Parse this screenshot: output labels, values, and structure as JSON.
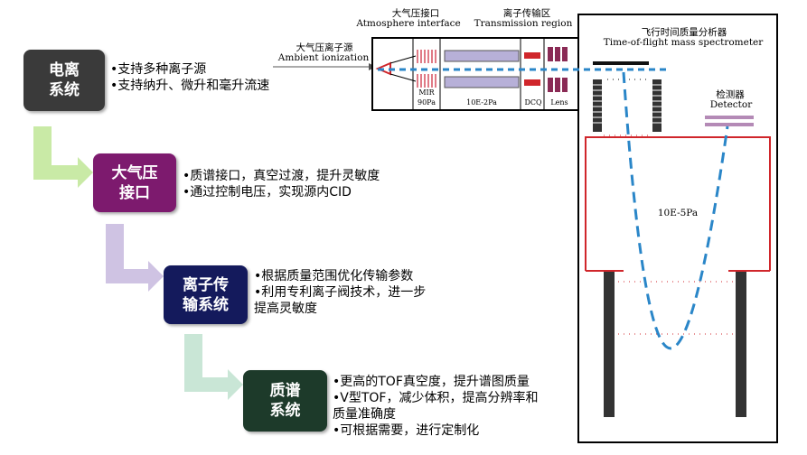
{
  "steps": [
    {
      "title": "电离\n系统",
      "color": "#3a3a3a",
      "bullets": [
        "•支持多种离子源",
        "•支持纳升、微升和毫升流速"
      ]
    },
    {
      "title": "大气压\n接口",
      "color": "#7d1a6e",
      "bullets": [
        "•质谱接口，真空过渡，提升灵敏度",
        "•通过控制电压，实现源内CID"
      ]
    },
    {
      "title": "离子传\n输系统",
      "color": "#141a5c",
      "bullets": [
        "•根据质量范围优化传输参数",
        "•利用专利离子阀技术，进一步\n 提高灵敏度"
      ]
    },
    {
      "title": "质谱\n系统",
      "color": "#1d3a2a",
      "bullets": [
        "•更高的TOF真空度，提升谱图质量",
        "•V型TOF，减少体积，提高分辨率和\n 质量准确度",
        "•可根据需要，进行定制化"
      ]
    }
  ],
  "diagram": {
    "ambient_cn": "大气压离子源",
    "ambient_en": "Ambient ionization",
    "atm_cn": "大气压接口",
    "atm_en": "Atmosphere interface",
    "trans_cn": "离子传输区",
    "trans_en": "Transmission region",
    "tof_cn": "飞行时间质量分析器",
    "tof_en": "Time-of-flight mass spectrometer",
    "det_cn": "检测器",
    "det_en": "Detector",
    "mir": "MIR",
    "p90": "90Pa",
    "p10e2": "10E-2Pa",
    "dcq": "DCQ",
    "lens": "Lens",
    "p10e5": "10E-5Pa"
  },
  "colors": {
    "arrow1": "#c9eaa6",
    "arrow2": "#cfc3e3",
    "arrow3": "#c9e6d6",
    "ion_path": "#2a86c8",
    "chamber": "#d0262b"
  }
}
